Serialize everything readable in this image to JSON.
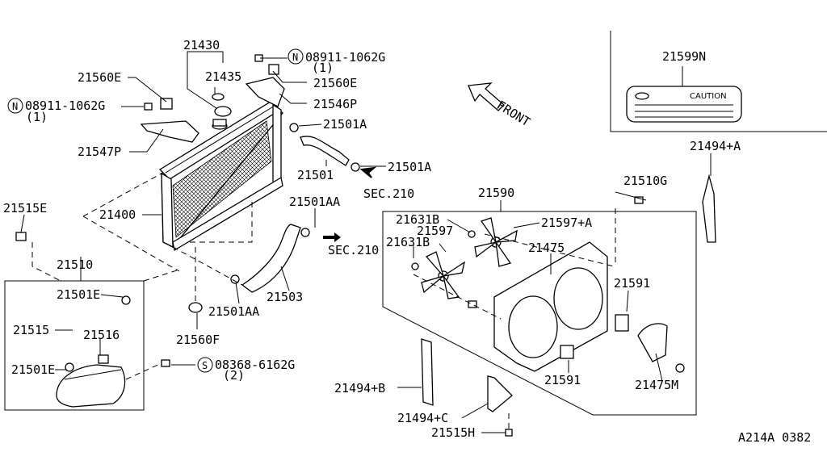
{
  "diagram_code": "A214A 0382",
  "caution_label": {
    "part_no": "21599N",
    "text": "CAUTION"
  },
  "front_label": "FRONT",
  "section_refs": [
    "SEC.210",
    "SEC.210"
  ],
  "nut_prefix_n": "N",
  "bolt_prefix_s": "S",
  "callouts": {
    "p21430": "21430",
    "p21435": "21435",
    "p21560E_left": "21560E",
    "p21560E_right": "21560E",
    "p08911_left": "08911-1062G",
    "p08911_left_qty": "(1)",
    "p08911_right": "08911-1062G",
    "p08911_right_qty": "(1)",
    "p21546P": "21546P",
    "p21547P": "21547P",
    "p21501A_top": "21501A",
    "p21501": "21501",
    "p21501A_lower": "21501A",
    "p21400": "21400",
    "p21501AA_top": "21501AA",
    "p21503": "21503",
    "p21501AA_low": "21501AA",
    "p21560F": "21560F",
    "p21515E": "21515E",
    "p21510": "21510",
    "p21501E_top": "21501E",
    "p21515": "21515",
    "p21516": "21516",
    "p21501E_low": "21501E",
    "p08368": "08368-6162G",
    "p08368_qty": "(2)",
    "p21494A": "21494+A",
    "p21510G": "21510G",
    "p21590": "21590",
    "p21631B_top": "21631B",
    "p21597A": "21597+A",
    "p21597": "21597",
    "p21631B_low": "21631B",
    "p21475": "21475",
    "p21591_right": "21591",
    "p21591_low": "21591",
    "p21475M": "21475M",
    "p21494B": "21494+B",
    "p21494C": "21494+C",
    "p21515H": "21515H"
  }
}
